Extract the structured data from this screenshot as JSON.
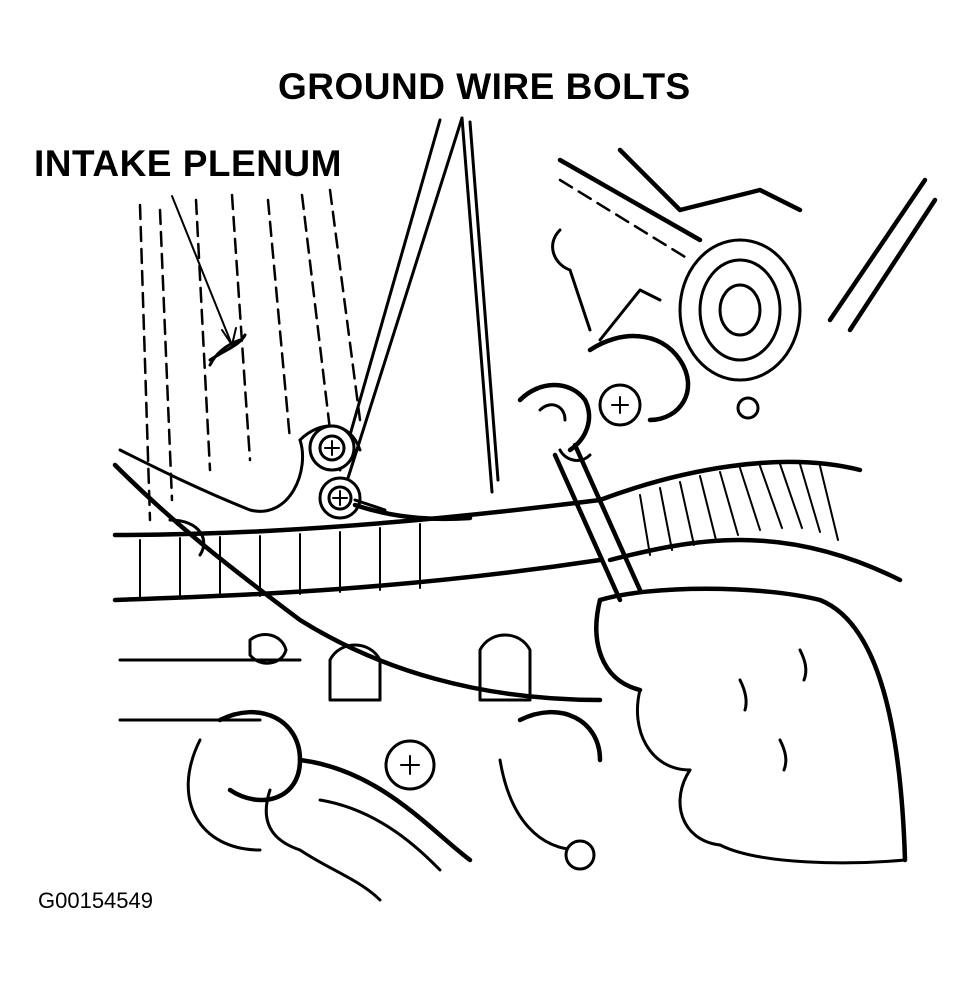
{
  "callouts": {
    "ground_wire_bolts": "GROUND WIRE BOLTS",
    "intake_plenum": "INTAKE PLENUM"
  },
  "figure_id": "G00154549"
}
